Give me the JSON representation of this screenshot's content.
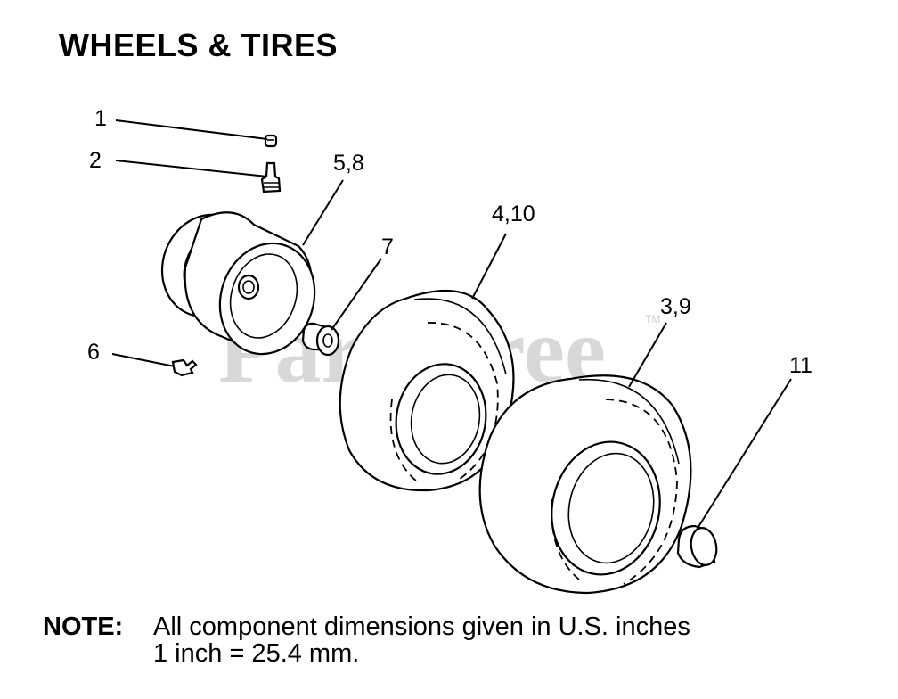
{
  "title": "WHEELS & TIRES",
  "watermark": "PartsTree",
  "watermark_tm": "TM",
  "callouts": {
    "c1": "1",
    "c2": "2",
    "c58": "5,8",
    "c7": "7",
    "c410": "4,10",
    "c39": "3,9",
    "c6": "6",
    "c11": "11"
  },
  "note": {
    "label": "NOTE:",
    "line1": "All component dimensions given in U.S. inches",
    "line2": "1 inch = 25.4 mm."
  }
}
